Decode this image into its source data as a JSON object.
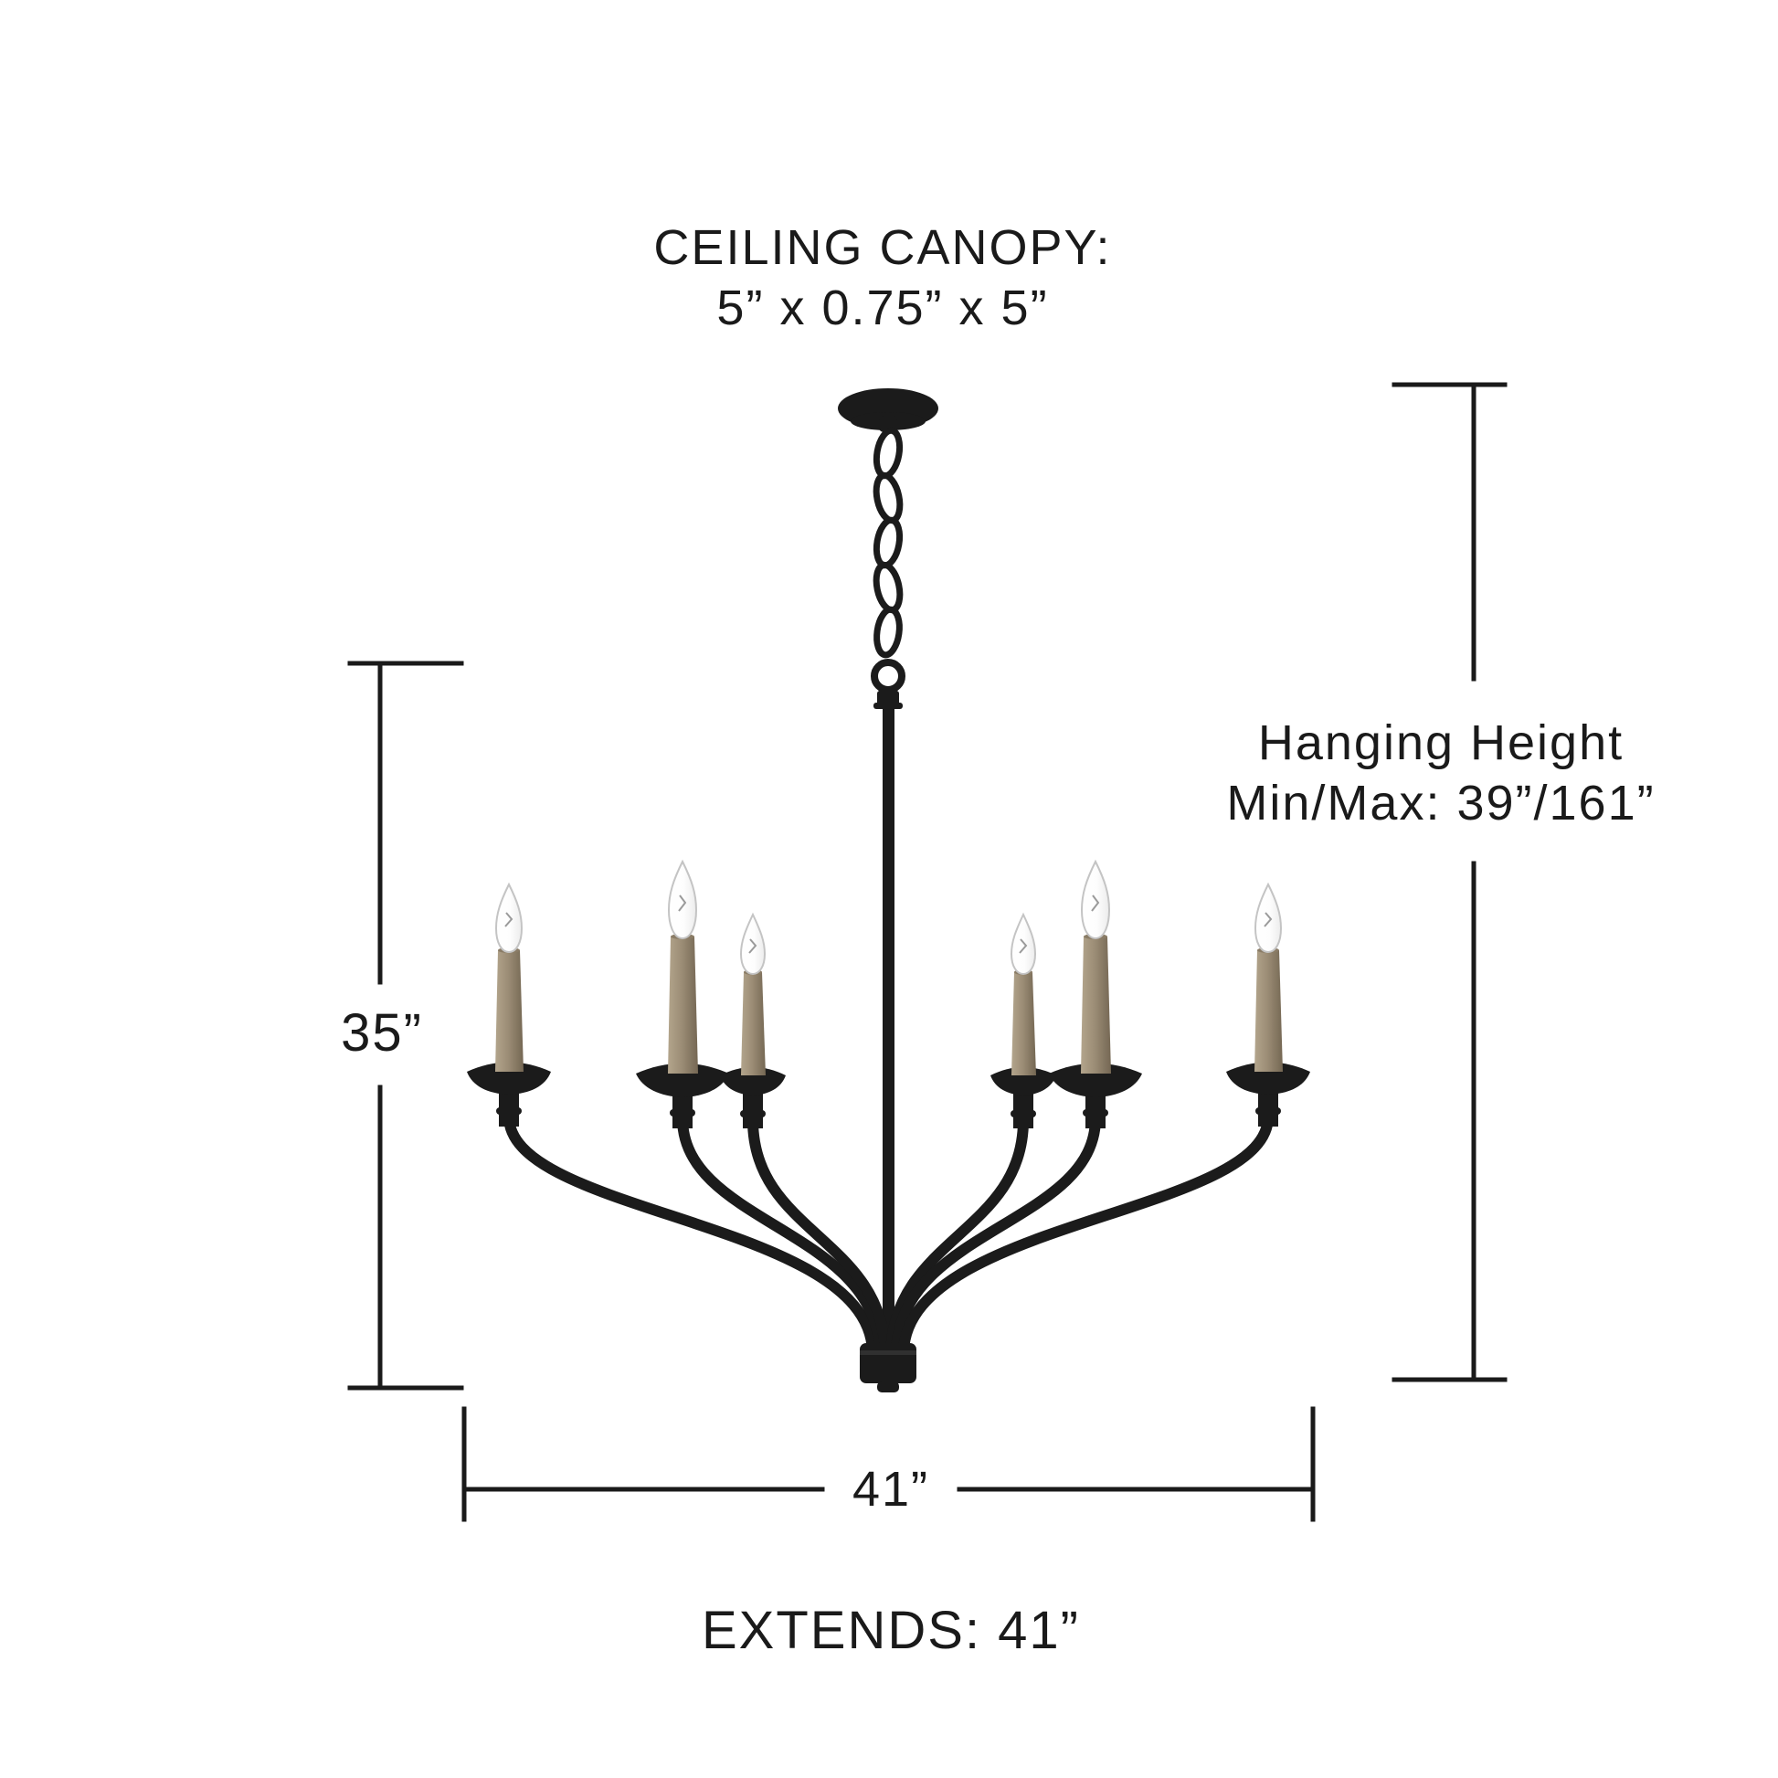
{
  "page": {
    "background": "#ffffff",
    "ink": "#1a1a1a"
  },
  "colors": {
    "metal": "#1b1b1b",
    "wood_light": "#b3a58c",
    "wood_mid": "#9c8d76",
    "wood_dark": "#746753",
    "bulb": "#fdfdfd"
  },
  "fixture": {
    "kind": "six-light-candle-chandelier",
    "light_count": 6
  },
  "labels": {
    "ceiling_canopy": {
      "line1": "CEILING CANOPY:",
      "line2": "5” x 0.75” x 5”"
    },
    "hanging_height": {
      "line1": "Hanging Height",
      "line2": "Min/Max: 39”/161”"
    },
    "fixture_height": "35”",
    "fixture_width": "41”",
    "extends": "EXTENDS: 41”"
  }
}
